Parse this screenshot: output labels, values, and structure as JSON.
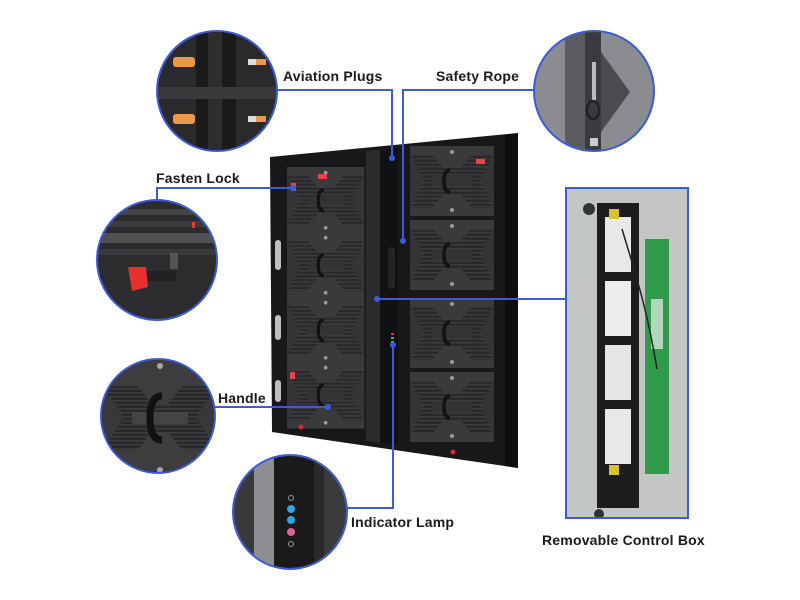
{
  "diagram": {
    "subject": "LED display cabinet rear view with component callouts",
    "accent_color": "#3d5bd9",
    "callouts": [
      {
        "id": "aviation-plugs",
        "label": "Aviation Plugs"
      },
      {
        "id": "safety-rope",
        "label": "Safety Rope"
      },
      {
        "id": "fasten-lock",
        "label": "Fasten Lock"
      },
      {
        "id": "handle",
        "label": "Handle"
      },
      {
        "id": "indicator-lamp",
        "label": "Indicator Lamp"
      },
      {
        "id": "control-box",
        "label": "Removable Control Box"
      }
    ],
    "indicator_lamps": [
      "#2fa8e0",
      "#2fa8e0",
      "#e0609a"
    ]
  }
}
